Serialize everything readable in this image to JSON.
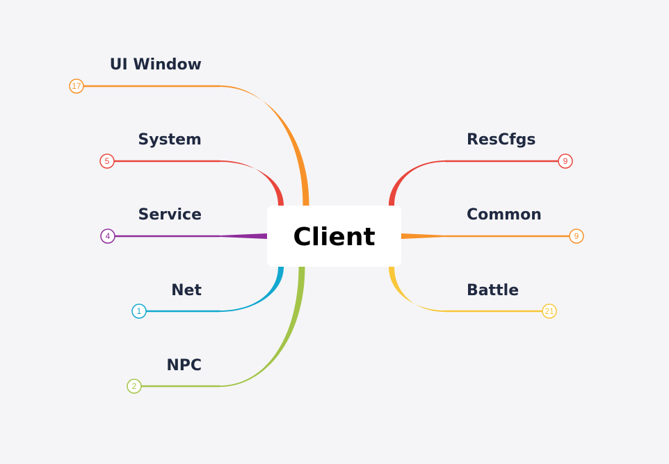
{
  "root": {
    "label": "Client"
  },
  "branches": [
    {
      "label": "UI Window",
      "count": "17",
      "color": "#f7922a",
      "side": "left"
    },
    {
      "label": "System",
      "count": "5",
      "color": "#e8463c",
      "side": "left"
    },
    {
      "label": "Service",
      "count": "4",
      "color": "#8e2d9b",
      "side": "left"
    },
    {
      "label": "Net",
      "count": "1",
      "color": "#12a7cf",
      "side": "left"
    },
    {
      "label": "NPC",
      "count": "2",
      "color": "#a3c448",
      "side": "left"
    },
    {
      "label": "ResCfgs",
      "count": "9",
      "color": "#e8463c",
      "side": "right"
    },
    {
      "label": "Common",
      "count": "9",
      "color": "#f7922a",
      "side": "right"
    },
    {
      "label": "Battle",
      "count": "21",
      "color": "#f9c73a",
      "side": "right"
    }
  ]
}
